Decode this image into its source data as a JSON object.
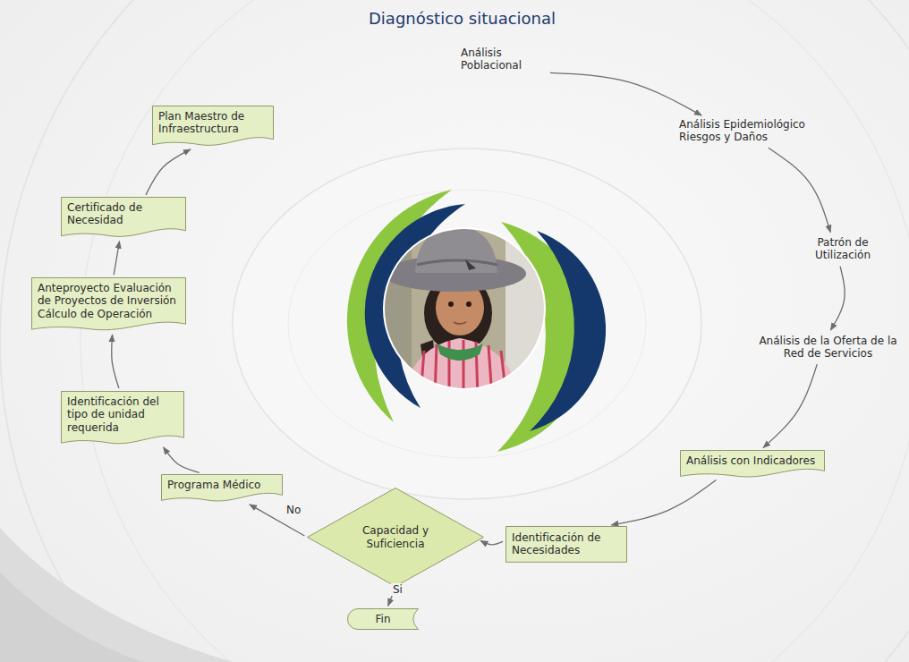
{
  "diagram": {
    "title": "Diagnóstico situacional",
    "nodes": [
      {
        "text": [
          "Análisis Poblacional"
        ]
      },
      {
        "text": [
          "Análisis Epidemiológico Riesgos y Daños"
        ]
      },
      {
        "text": [
          "Patrón de Utilización"
        ]
      },
      {
        "text": [
          "Análisis de la Oferta de la Red de Servicios"
        ]
      },
      {
        "text": [
          "Análisis con Indicadores"
        ]
      },
      {
        "text": [
          "Identificación de Necesidades"
        ]
      },
      {
        "text": [
          "Capacidad y Suficiencia"
        ]
      },
      {
        "text": [
          "Fin"
        ]
      },
      {
        "text": [
          "Programa Médico"
        ]
      },
      {
        "text": [
          "Identificación del tipo de unidad requerida"
        ]
      },
      {
        "text": [
          "Anteproyecto Evaluación de Proyectos de Inversión Cálculo de Operación"
        ]
      },
      {
        "text": [
          "Certificado de Necesidad"
        ]
      },
      {
        "text": [
          "Plan Maestro de Infraestructura"
        ]
      }
    ],
    "edges": [
      {
        "from": 0,
        "to": 1,
        "arrow": "to"
      },
      {
        "from": 1,
        "to": 2,
        "arrow": "to"
      },
      {
        "from": 2,
        "to": 3,
        "arrow": "to"
      },
      {
        "from": 3,
        "to": 4,
        "arrow": "to"
      },
      {
        "from": 4,
        "to": 5,
        "arrow": "to"
      },
      {
        "from": 5,
        "to": 6,
        "arrow": "to"
      },
      {
        "from": 6,
        "to": 8,
        "label": "No",
        "arrow": "to"
      },
      {
        "from": 6,
        "to": 7,
        "label": "Si",
        "arrow": "to"
      },
      {
        "from": 8,
        "to": 9,
        "arrow": "to"
      },
      {
        "from": 9,
        "to": 10,
        "arrow": "to"
      },
      {
        "from": 10,
        "to": 11,
        "arrow": "to"
      },
      {
        "from": 11,
        "to": 12,
        "arrow": "to"
      }
    ]
  }
}
